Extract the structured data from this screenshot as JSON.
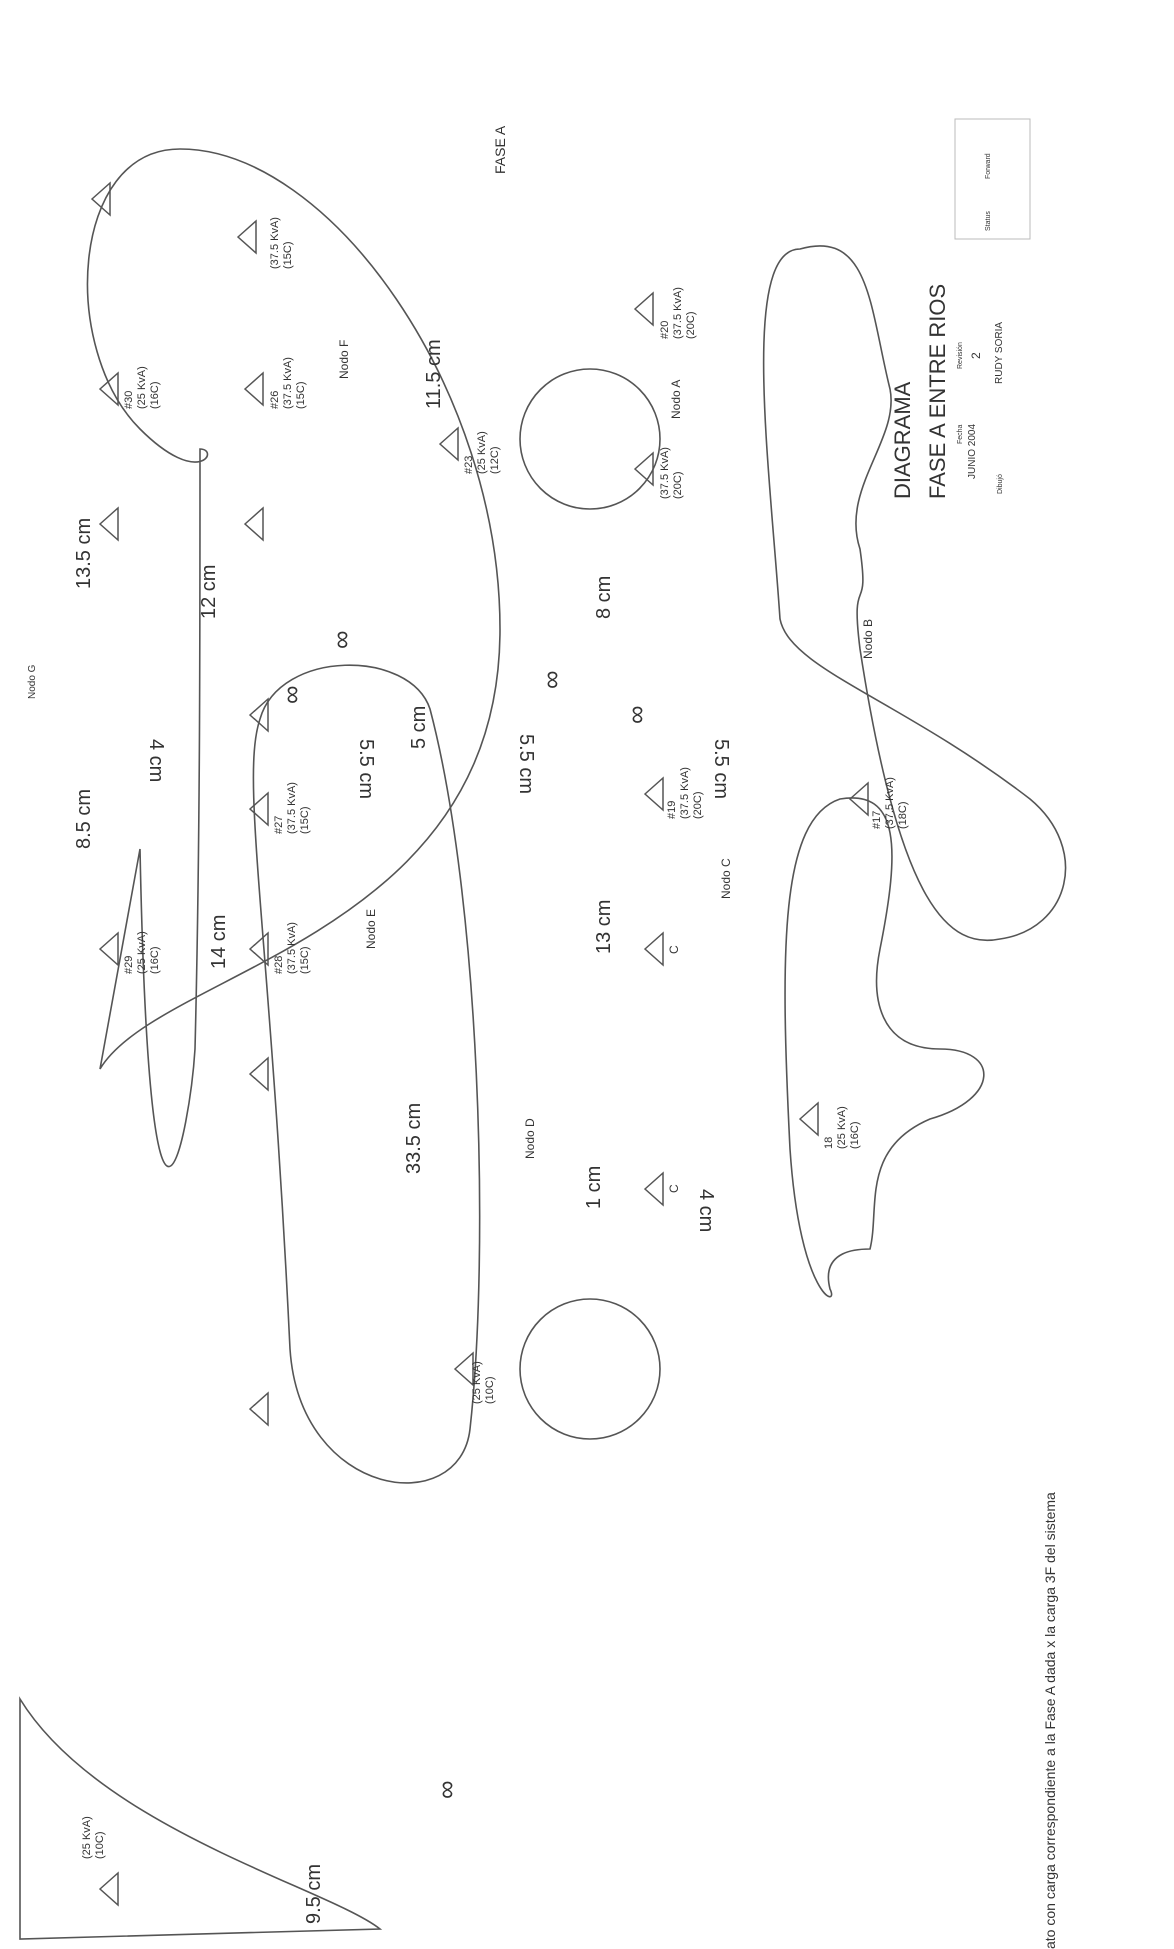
{
  "title": {
    "prefix": "FASE A",
    "diagram": "DIAGRAMA",
    "subtitle": "FASE A  ENTRE RIOS",
    "fecha_label": "Fecha",
    "fecha": "JUNIO 2004",
    "revision_label": "Revisión",
    "revision": "2",
    "dibujo_label": "Dibujó",
    "dibujo": "RUDY SORIA",
    "box_label_1": "Status",
    "box_label_2": "Forward"
  },
  "footer": "ato con carga correspondiente a la Fase A dada x la carga 3F del sistema",
  "nodes": {
    "a": "Nodo A",
    "b": "Nodo B",
    "c": "Nodo C",
    "d": "Nodo D",
    "e": "Nodo E",
    "f": "Nodo F",
    "g": "Nodo G"
  },
  "transformers": {
    "t30": [
      "#30",
      "(25 KvA)",
      "(16C)"
    ],
    "t26a": [
      "#26",
      "(37.5 KvA)",
      "(15C)"
    ],
    "f_top": [
      "(37.5 KvA)",
      "(15C)"
    ],
    "t23": [
      "#23",
      "(25 KvA)",
      "(12C)"
    ],
    "t20": [
      "#20",
      "(37.5 KvA)",
      "(20C)"
    ],
    "b_mid": [
      "(37.5 KvA)",
      "(20C)"
    ],
    "t17": [
      "#17",
      "(37.5 KvA)",
      "(18C)"
    ],
    "t19": [
      "#19",
      "(37.5 KvA)",
      "(20C)"
    ],
    "c_mid": "C",
    "t18": [
      "18",
      "(25 KvA)",
      "(16C)"
    ],
    "c_end": "C",
    "t29": [
      "#29",
      "(25 KvA)",
      "(16C)"
    ],
    "t27": [
      "#27",
      "(37.5 KvA)",
      "(15C)"
    ],
    "t28": [
      "#28",
      "(37.5 KvA)",
      "(15C)"
    ],
    "d": [
      "(25 KvA)",
      "(10C)"
    ],
    "g": [
      "(25 KvA)",
      "(10C)"
    ]
  },
  "distances": {
    "d13_5": "13.5 cm",
    "d11_5": "11.5 cm",
    "d12": "12 cm",
    "d5": "5 cm",
    "d8": "8 cm",
    "d4a": "4 cm",
    "d5_5a": "5.5 cm",
    "d5_5b": "5.5 cm",
    "d5_5c": "5.5 cm",
    "d8_5": "8.5 cm",
    "d14": "14 cm",
    "d13": "13 cm",
    "d33_5": "33.5 cm",
    "d1": "1 cm",
    "d4b": "4 cm",
    "d9_5": "9.5 cm"
  },
  "colors": {
    "line": "#555555",
    "text": "#333333"
  }
}
